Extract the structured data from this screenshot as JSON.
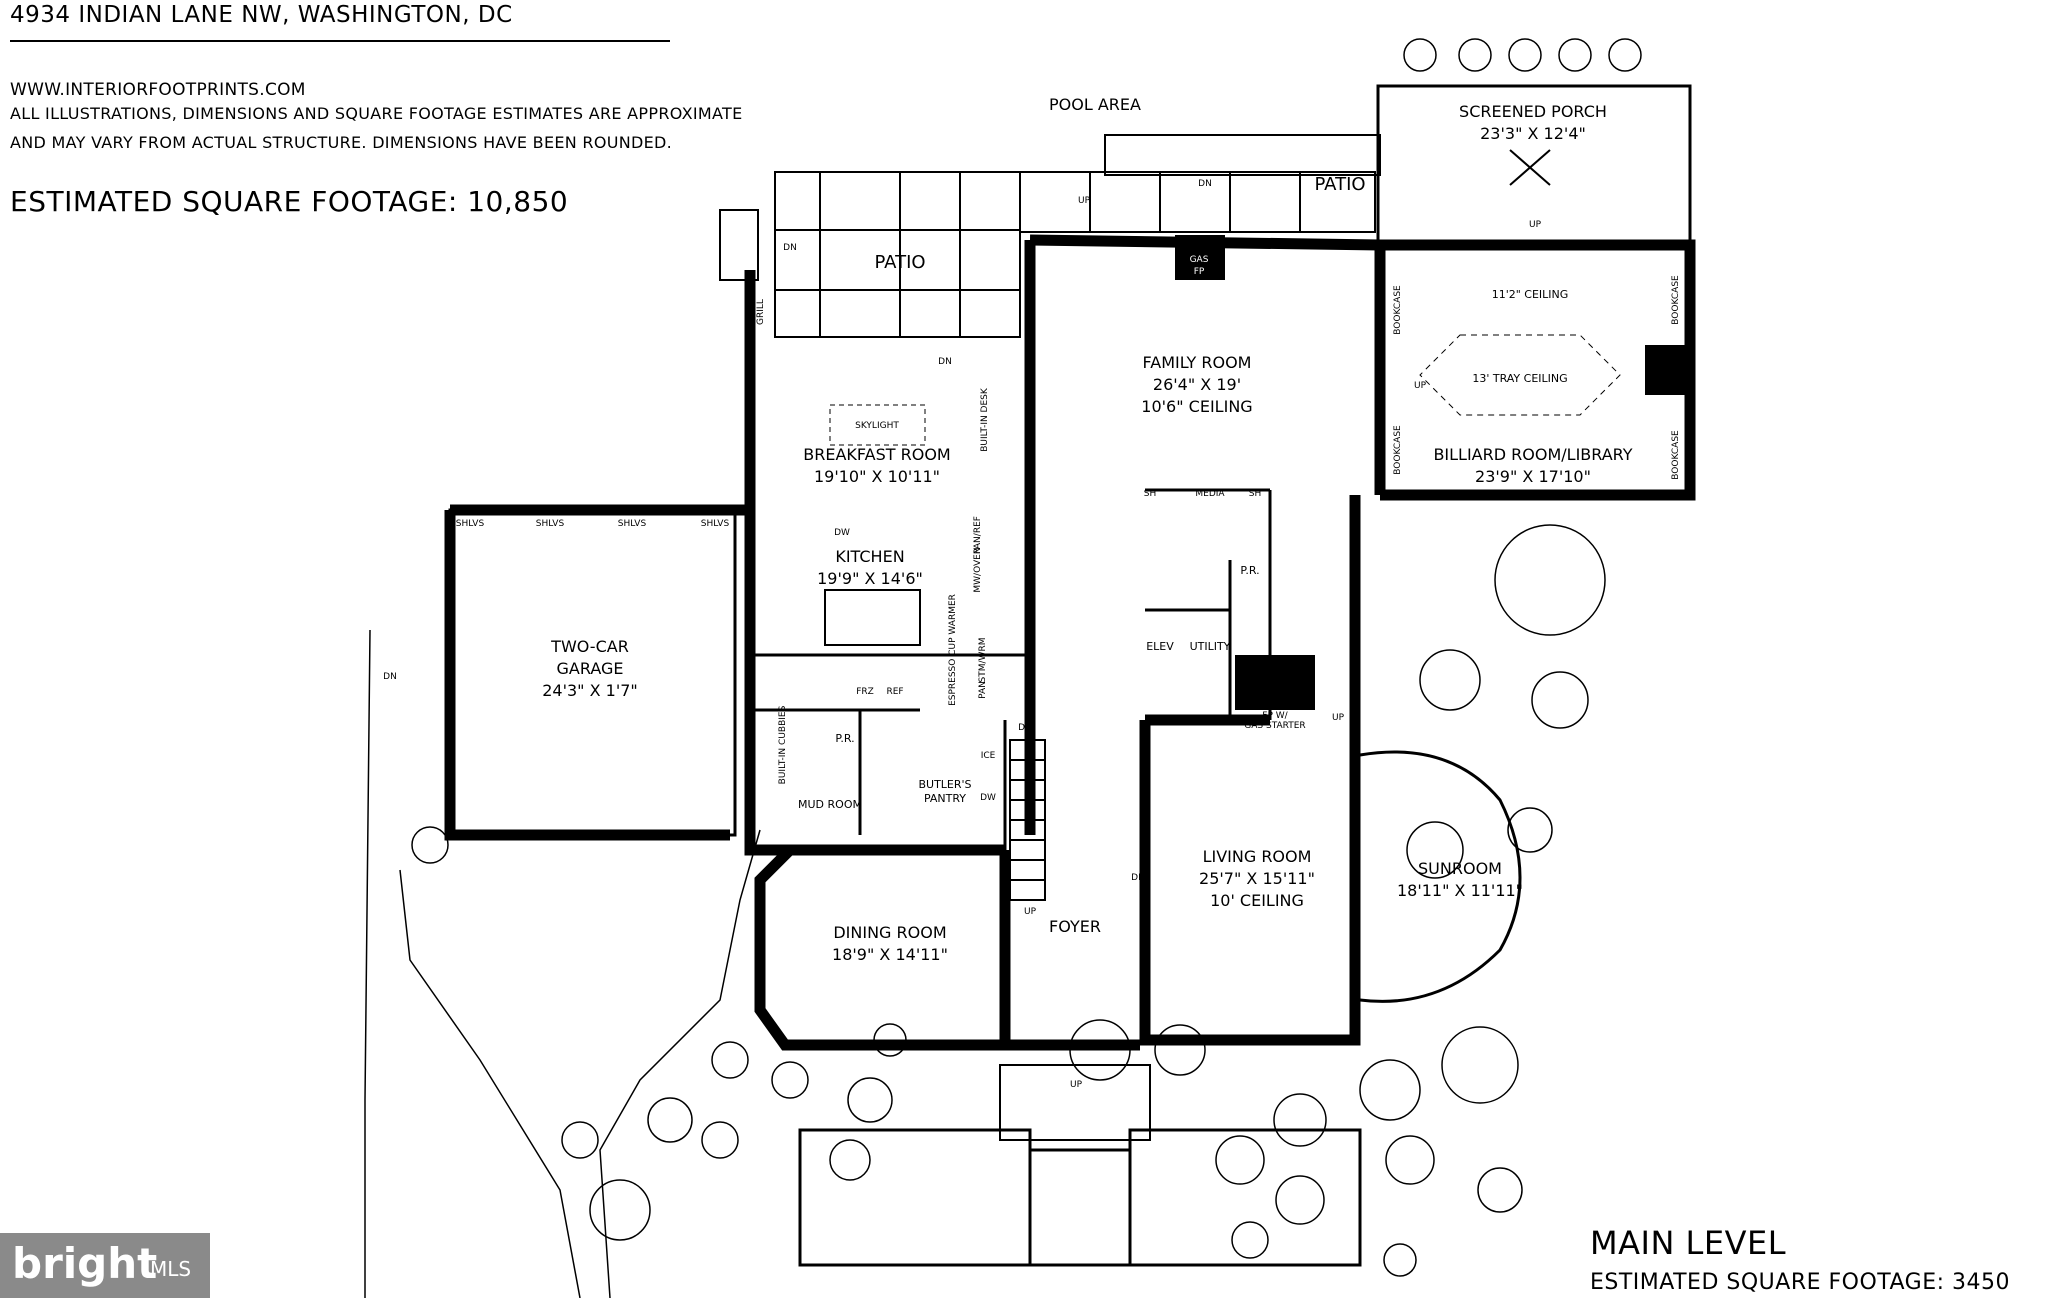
{
  "header": {
    "address": "4934 INDIAN LANE NW, WASHINGTON, DC",
    "website": "WWW.INTERIORFOOTPRINTS.COM",
    "disclaimer_line1": "ALL ILLUSTRATIONS, DIMENSIONS AND SQUARE FOOTAGE ESTIMATES ARE APPROXIMATE",
    "disclaimer_line2": "AND MAY VARY FROM ACTUAL STRUCTURE. DIMENSIONS HAVE BEEN ROUNDED.",
    "total_sqft": "ESTIMATED SQUARE FOOTAGE: 10,850"
  },
  "footer": {
    "level_name": "MAIN LEVEL",
    "level_sqft": "ESTIMATED SQUARE FOOTAGE: 3450",
    "mls_brand": "bright",
    "mls_suffix": "MLS"
  },
  "rooms": {
    "pool_area": "POOL AREA",
    "patio_left": "PATIO",
    "patio_right": "PATIO",
    "screened_porch": "SCREENED PORCH",
    "screened_porch_dim": "23'3\" X 12'4\"",
    "family_room": "FAMILY ROOM",
    "family_room_dim": "26'4\" X 19'",
    "family_room_ceiling": "10'6\" CEILING",
    "billiard": "BILLIARD ROOM/LIBRARY",
    "billiard_dim": "23'9\" X 17'10\"",
    "ceiling_11": "11'2\" CEILING",
    "tray_ceiling": "13' TRAY CEILING",
    "breakfast": "BREAKFAST ROOM",
    "breakfast_dim": "19'10\" X 10'11\"",
    "skylight": "SKYLIGHT",
    "kitchen": "KITCHEN",
    "kitchen_dim": "19'9\" X 14'6\"",
    "garage": "TWO-CAR",
    "garage2": "GARAGE",
    "garage_dim": "24'3\" X 1'7\"",
    "mud_room": "MUD ROOM",
    "pr": "P.R.",
    "pr2": "P.R.",
    "butlers": "BUTLER'S",
    "pantry": "PANTRY",
    "elev": "ELEV",
    "utility": "UTILITY",
    "dining": "DINING ROOM",
    "dining_dim": "18'9\" X 14'11\"",
    "foyer": "FOYER",
    "living": "LIVING ROOM",
    "living_dim": "25'7\" X 15'11\"",
    "living_ceiling": "10' CEILING",
    "sunroom": "SUNROOM",
    "sunroom_dim": "18'11\" X 11'11\""
  },
  "fixtures": {
    "gas_fp": "GAS",
    "gas_fp2": "FP",
    "bookcase": "BOOKCASE",
    "built_in_desk": "BUILT-IN DESK",
    "grill": "GRILL",
    "shlvs": "SHLVS",
    "dw": "DW",
    "frz": "FRZ",
    "ref": "REF",
    "pan_ref": "PAN/REF",
    "mw_oven": "MW/OVEN",
    "espresso": "ESPRESSO CUP WARMER",
    "stm_wrm": "STM/WRM",
    "pan": "PAN",
    "ice": "ICE",
    "built_in_cubbies": "BUILT-IN CUBBIES",
    "media": "MEDIA",
    "sh": "SH",
    "fp_gas_starter": "FP W/",
    "fp_gas_starter2": "GAS STARTER",
    "up": "UP",
    "dn": "DN"
  }
}
